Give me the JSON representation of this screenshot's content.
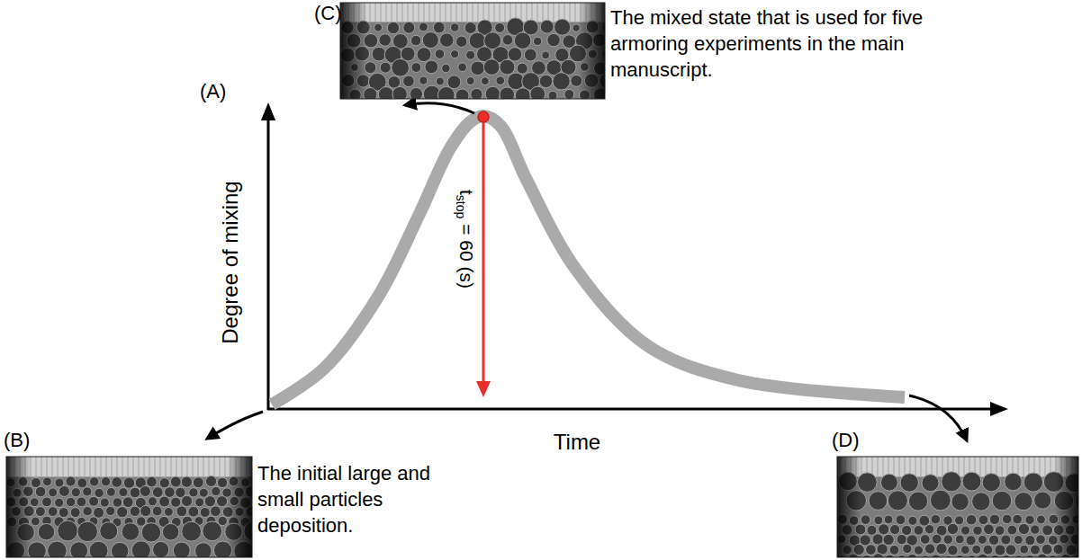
{
  "diagram": {
    "labels": [
      "(A)",
      "(B)",
      "(C)",
      "(D)",
      "The mixed state that is used for five armoring experiments in the main manuscript.",
      "The initial large and small particles deposition.",
      "Degree of mixing",
      "Time",
      "t",
      "stop",
      "= 60 (s)"
    ]
  }
}
